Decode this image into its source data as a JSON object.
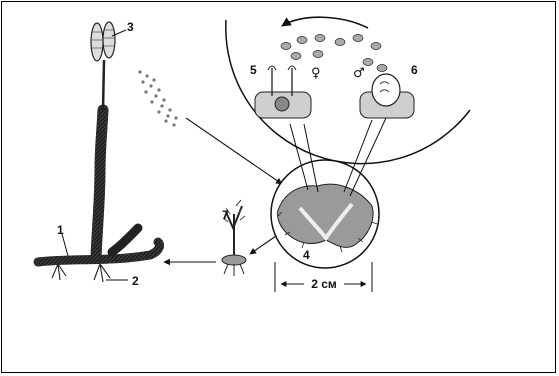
{
  "labels": {
    "n1": "1",
    "n2": "2",
    "n3": "3",
    "n4": "4",
    "n5": "5",
    "n6": "6",
    "n7": "7"
  },
  "symbols": {
    "female": "♀",
    "male": "♂"
  },
  "scale": {
    "text": "2 см"
  }
}
